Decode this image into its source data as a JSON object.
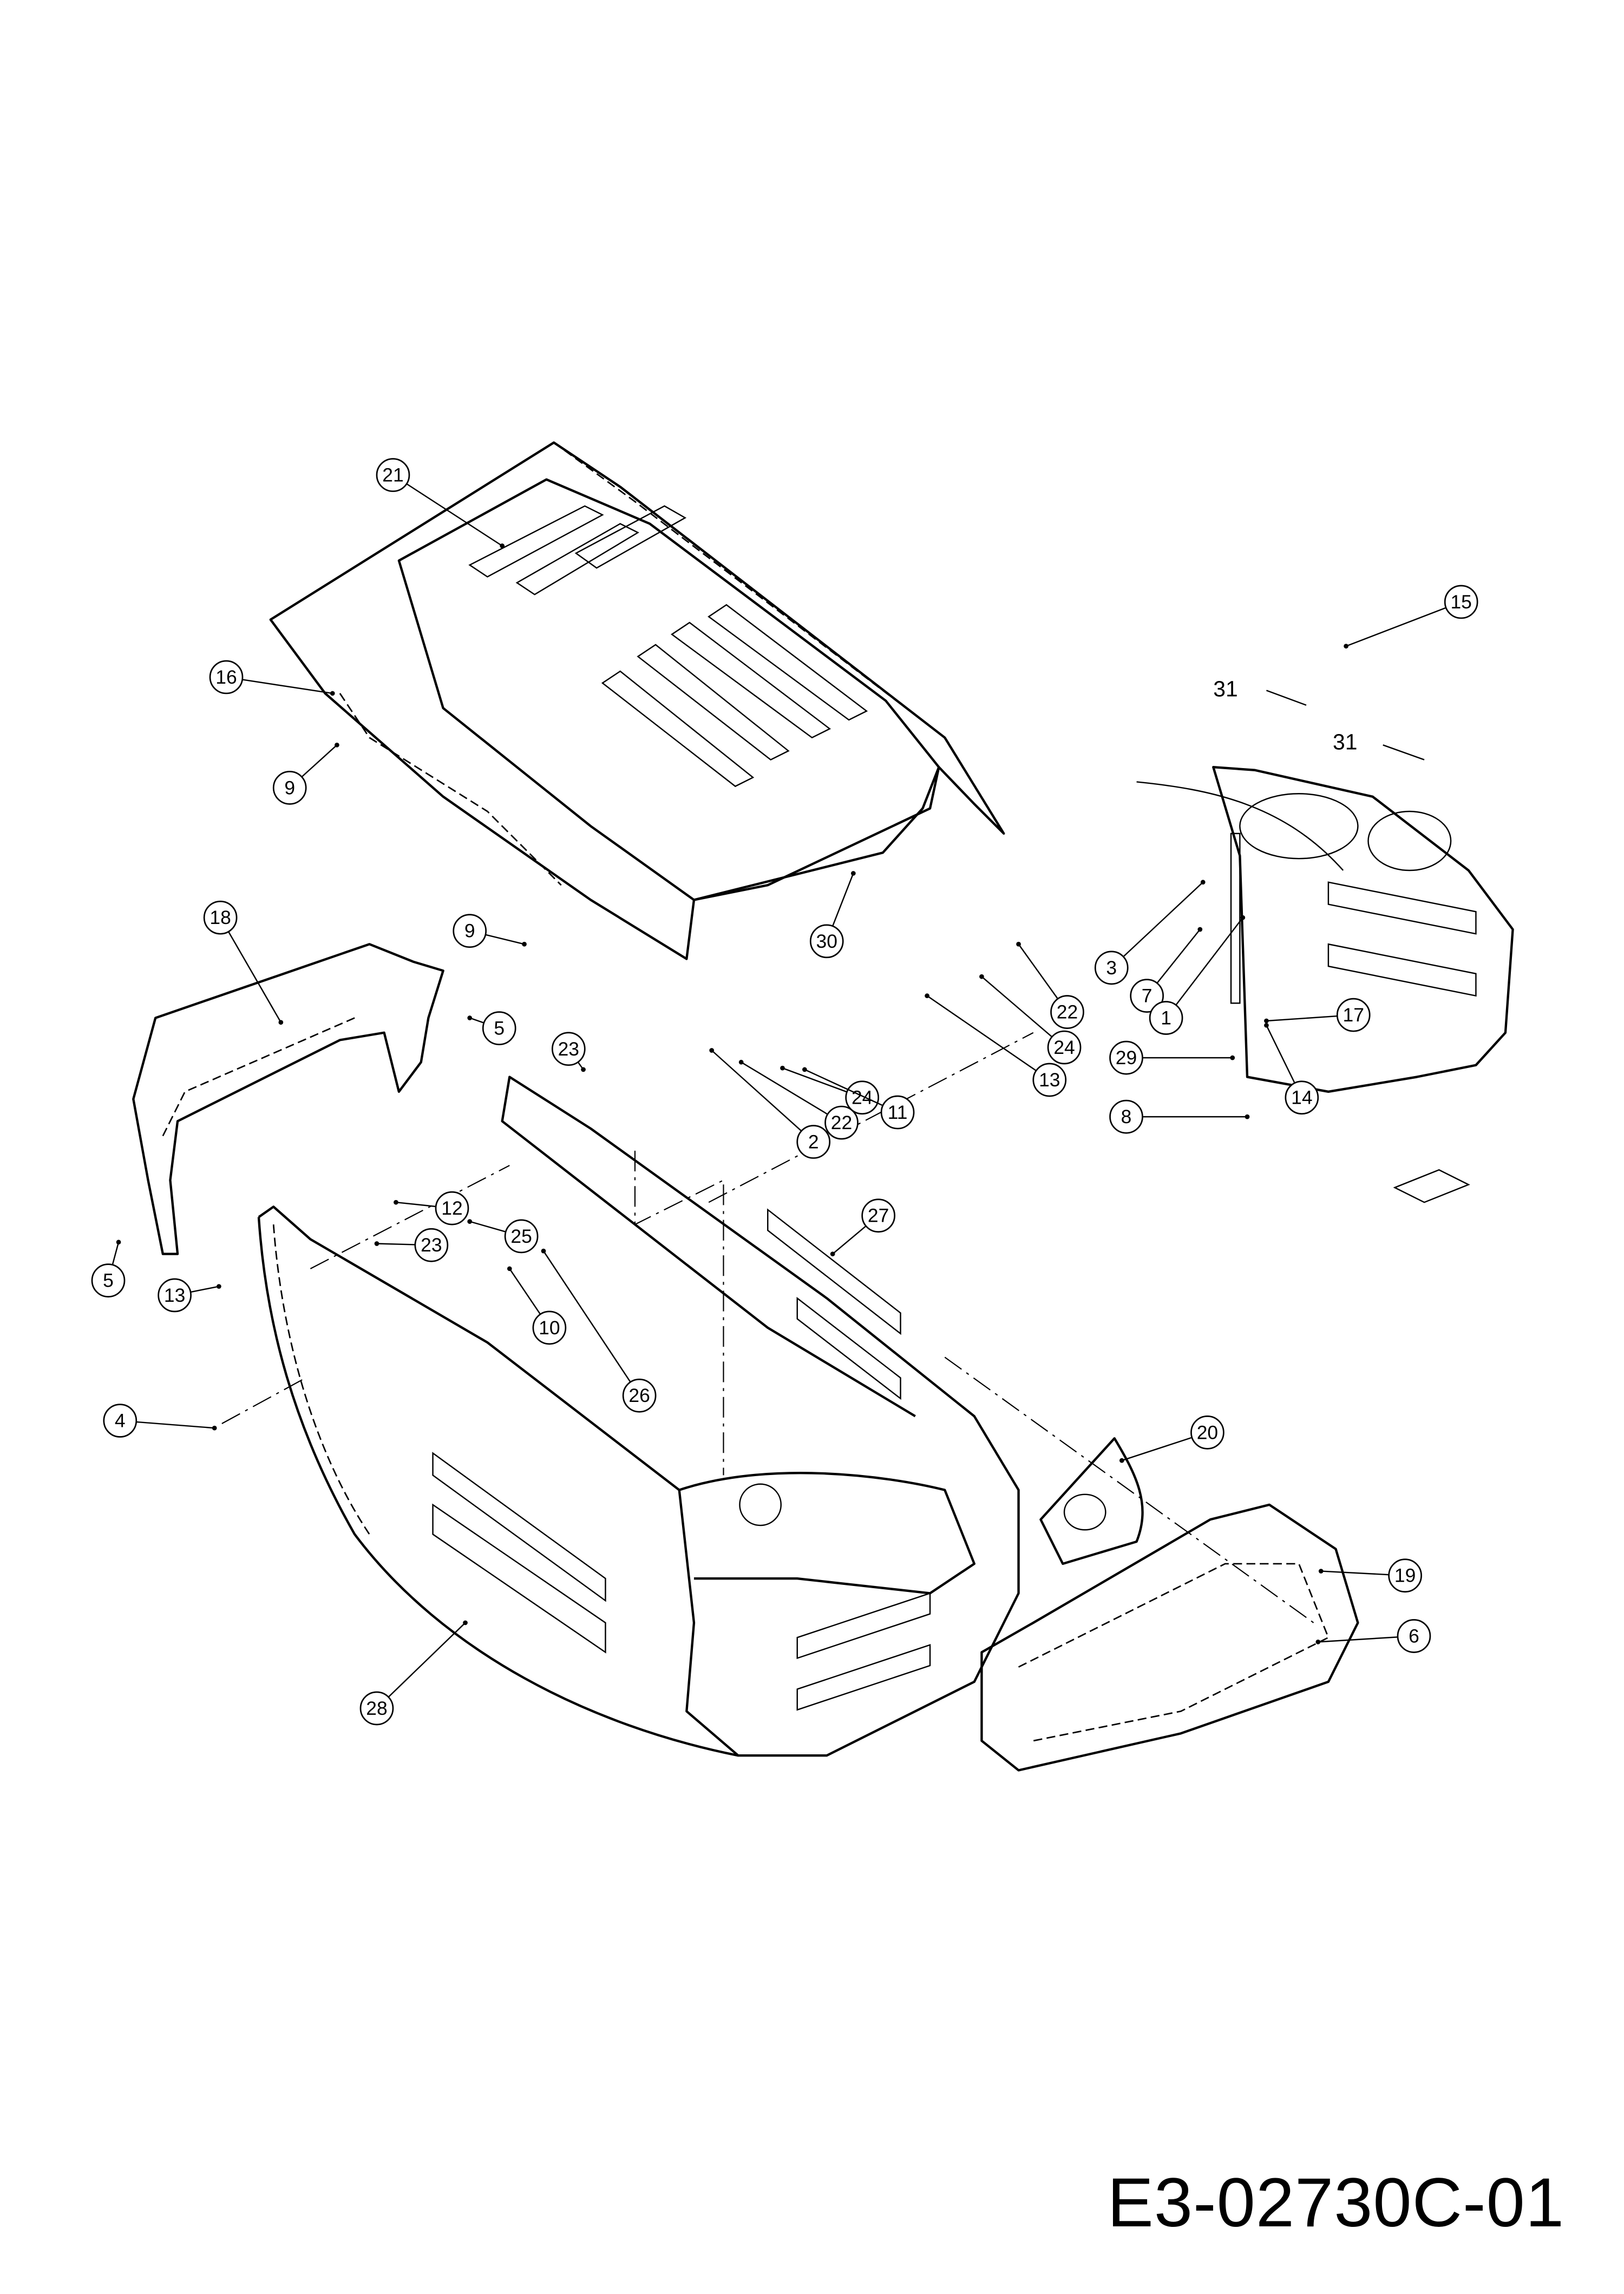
{
  "drawing_number": "E3-02730C-01",
  "callouts": [
    "21",
    "16",
    "9",
    "9",
    "18",
    "5",
    "5",
    "23",
    "12",
    "25",
    "23",
    "13",
    "10",
    "26",
    "4",
    "2",
    "22",
    "24",
    "11",
    "27",
    "30",
    "22",
    "24",
    "13",
    "15",
    "31",
    "31",
    "3",
    "7",
    "1",
    "17",
    "29",
    "14",
    "8",
    "20",
    "19",
    "6",
    "28"
  ],
  "stroke_color": "#000000",
  "background_color": "#ffffff"
}
